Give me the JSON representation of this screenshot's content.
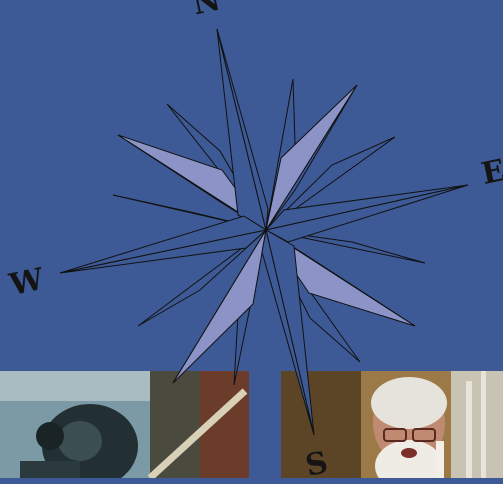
{
  "compass": {
    "north": "N",
    "east": "E",
    "south": "S",
    "west": "W",
    "colors": {
      "background": "#3d5a96",
      "point_dark": "#3d5a96",
      "point_light": "#8b93c7",
      "outline": "#111111",
      "lettering": "#141414"
    }
  },
  "photos": [
    {
      "name": "diver-photo"
    },
    {
      "name": "bearded-man-photo"
    }
  ]
}
